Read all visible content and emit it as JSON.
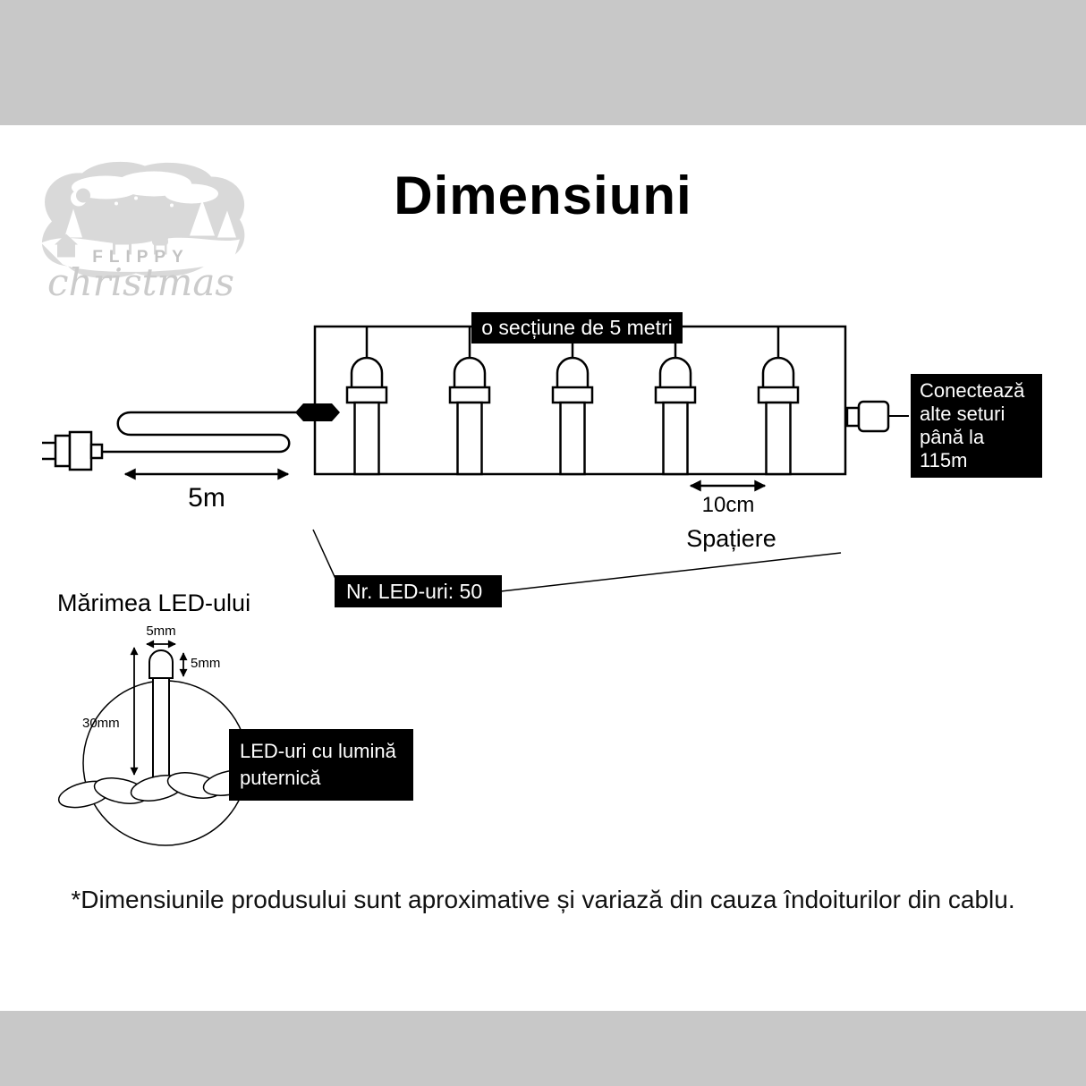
{
  "colors": {
    "background": "#c8c8c8",
    "card": "#ffffff",
    "ink": "#000000",
    "label_bg": "#000000",
    "label_text": "#ffffff",
    "logo_gray": "#d9d9d9",
    "logo_text_gray": "#c3c3c3"
  },
  "header": {
    "title": "Dimensiuni"
  },
  "logo": {
    "brand": "FLIPPY",
    "brand_script": "christmas"
  },
  "string_diagram": {
    "section_label": "o secțiune de 5 metri",
    "lead_length": "5m",
    "spacing_value": "10cm",
    "spacing_caption": "Spațiere",
    "led_count": "Nr. LED-uri: 50",
    "connect_note": [
      "Conectează",
      "alte seturi",
      "până la 115m"
    ]
  },
  "led_detail": {
    "heading": "Mărimea LED-ului",
    "bulb_width": "5mm",
    "bulb_height": "5mm",
    "bulb_total_height": "30mm",
    "callout": [
      "LED-uri cu lumină",
      "puternică"
    ]
  },
  "footer": {
    "note": "*Dimensiunile produsului sunt aproximative și variază din cauza îndoiturilor din cablu."
  }
}
